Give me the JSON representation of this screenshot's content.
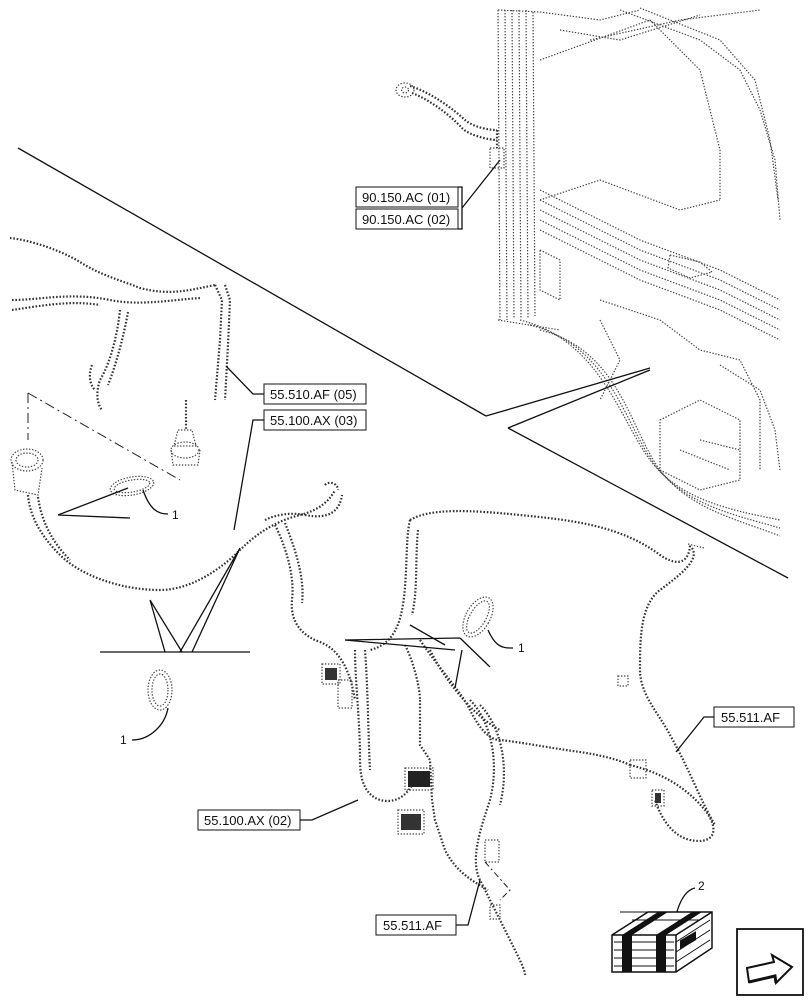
{
  "callouts": {
    "ref_90150_01": "90.150.AC (01)",
    "ref_90150_02": "90.150.AC (02)",
    "ref_55510_05": "55.510.AF (05)",
    "ref_55100_03": "55.100.AX (03)",
    "ref_55511_a": "55.511.AF",
    "ref_55100_02": "55.100.AX (02)",
    "ref_55511_b": "55.511.AF"
  },
  "item_numbers": {
    "clip_left_top": "1",
    "clip_center": "1",
    "clip_left_bottom": "1",
    "kit_box": "2"
  },
  "icons": {
    "nav": "arrow-next-icon",
    "kit": "parts-kit-crate-icon"
  }
}
